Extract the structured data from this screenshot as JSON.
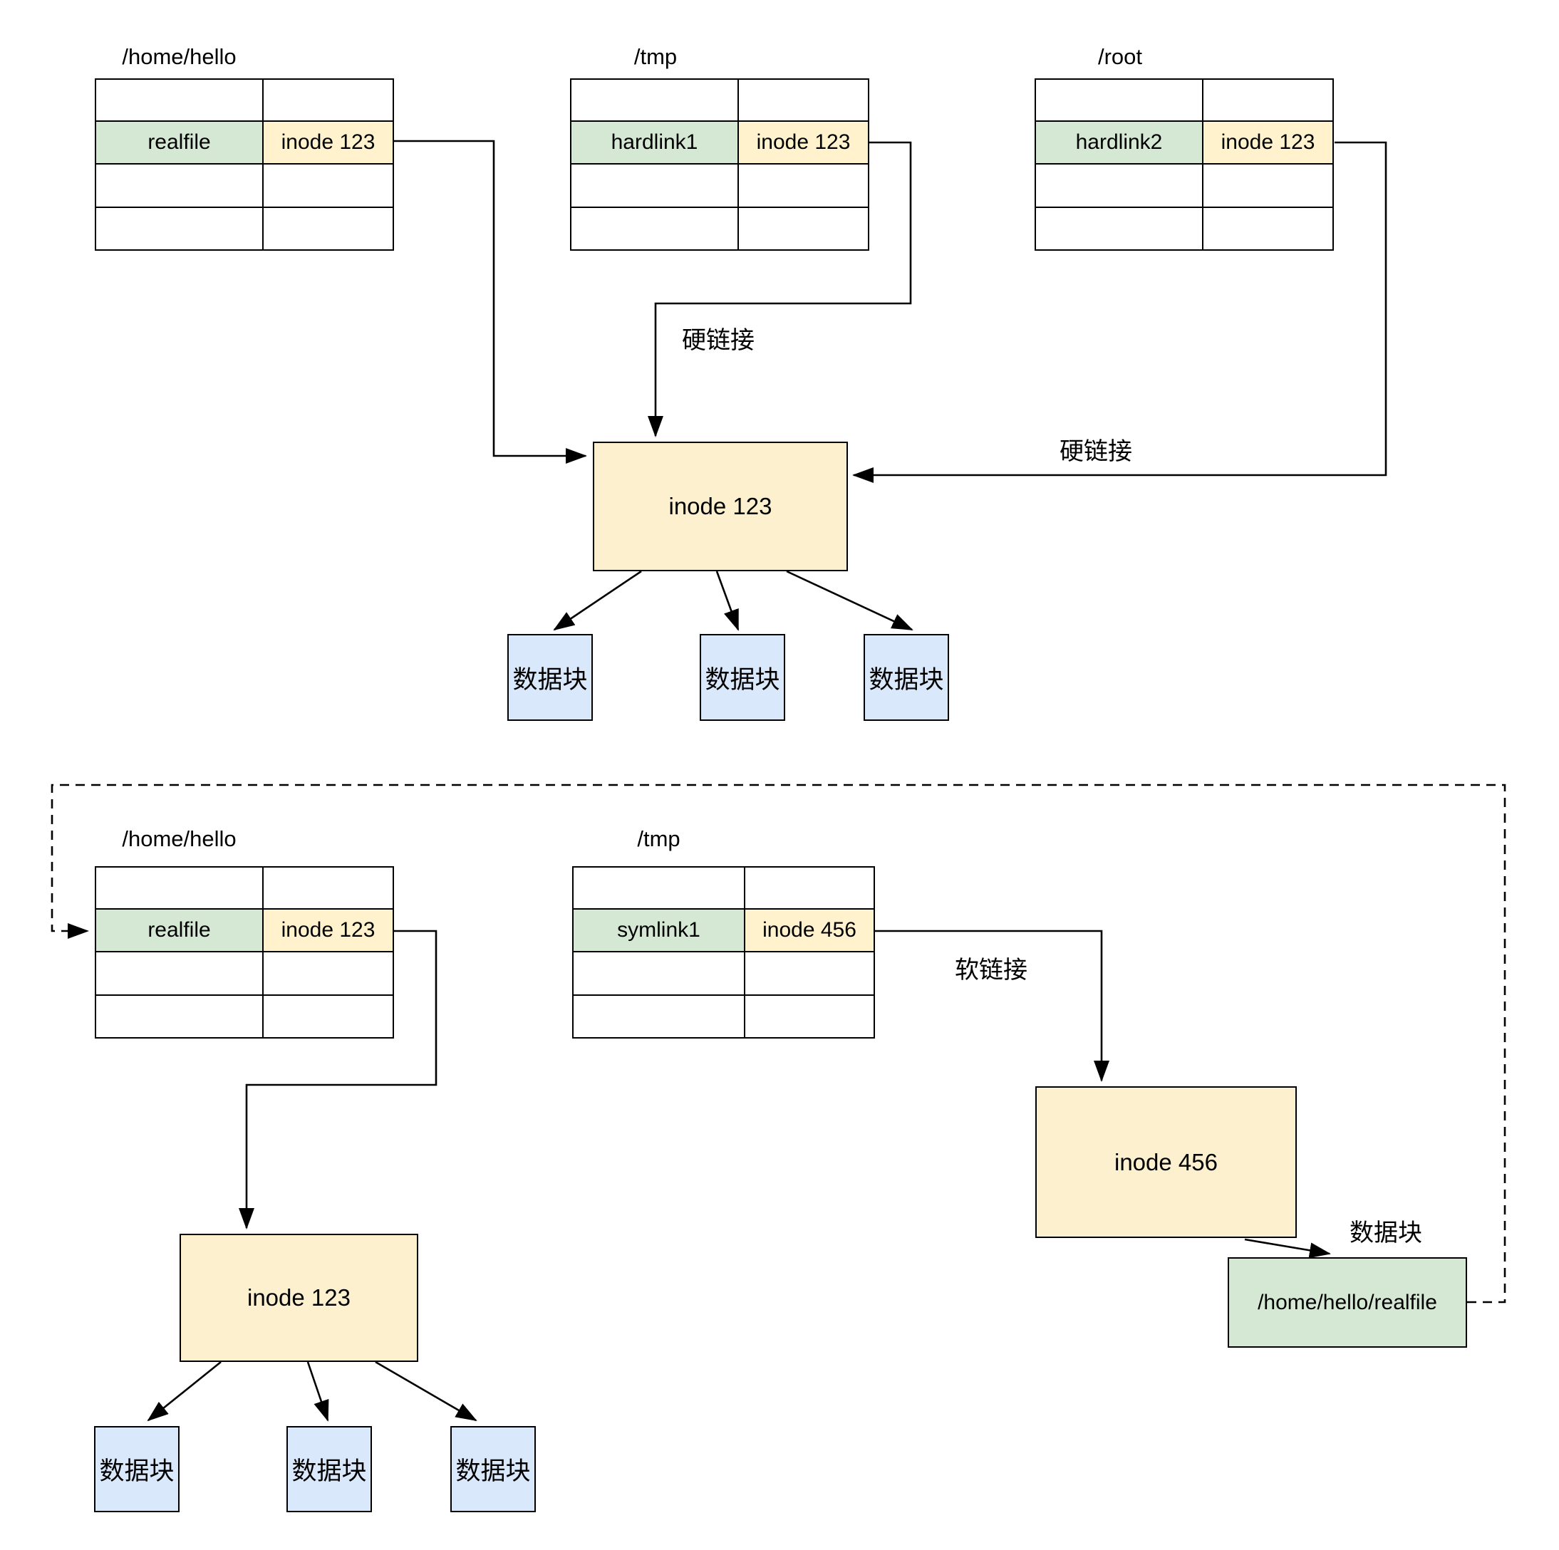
{
  "colors": {
    "yellow_cell": "#fff2cc",
    "yellow_box": "#fcf0ce",
    "green": "#d5e8d4",
    "blue": "#dae8fc",
    "line": "#000000"
  },
  "hardlink_section": {
    "tables": [
      {
        "title": "/home/hello",
        "file": "realfile",
        "inode": "inode 123"
      },
      {
        "title": "/tmp",
        "file": "hardlink1",
        "inode": "inode 123"
      },
      {
        "title": "/root",
        "file": "hardlink2",
        "inode": "inode 123"
      }
    ],
    "inode_box_label": "inode 123",
    "hardlink_label_1": "硬链接",
    "hardlink_label_2": "硬链接",
    "data_block_labels": [
      "数据块",
      "数据块",
      "数据块"
    ]
  },
  "symlink_section": {
    "tables": [
      {
        "title": "/home/hello",
        "file": "realfile",
        "inode": "inode 123"
      },
      {
        "title": "/tmp",
        "file": "symlink1",
        "inode": "inode 456"
      }
    ],
    "inode123_box_label": "inode 123",
    "inode456_box_label": "inode 456",
    "softlink_label": "软链接",
    "datablock_edge_label": "数据块",
    "target_box_label": "/home/hello/realfile",
    "data_block_labels": [
      "数据块",
      "数据块",
      "数据块"
    ]
  }
}
